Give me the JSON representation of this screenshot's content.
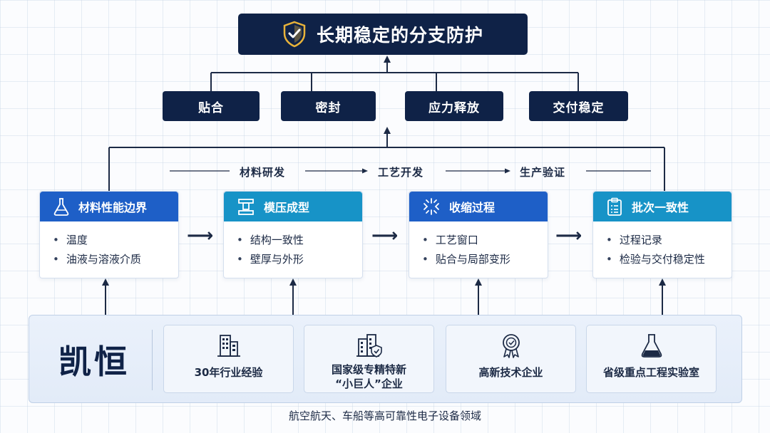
{
  "title": "长期稳定的分支防护",
  "goals": [
    "贴合",
    "密封",
    "应力释放",
    "交付稳定"
  ],
  "stages": [
    "材料研发",
    "工艺开发",
    "生产验证"
  ],
  "cards": [
    {
      "title": "材料性能边界",
      "color": "#1e5fc7",
      "icon": "flask-icon",
      "items": [
        "温度",
        "油液与溶液介质"
      ]
    },
    {
      "title": "模压成型",
      "color": "#1793c7",
      "icon": "mold-press-icon",
      "items": [
        "结构一致性",
        "壁厚与外形"
      ]
    },
    {
      "title": "收缩过程",
      "color": "#1e5fc7",
      "icon": "shrink-icon",
      "items": [
        "工艺窗口",
        "贴合与局部变形"
      ]
    },
    {
      "title": "批次一致性",
      "color": "#1793c7",
      "icon": "clipboard-icon",
      "items": [
        "过程记录",
        "检验与交付稳定性"
      ]
    }
  ],
  "brand": "凯恒",
  "features": [
    {
      "icon": "building-icon",
      "lines": [
        "30年行业经验"
      ]
    },
    {
      "icon": "enterprise-icon",
      "lines": [
        "国家级专精特新",
        "“小巨人”企业"
      ]
    },
    {
      "icon": "award-icon",
      "lines": [
        "高新技术企业"
      ]
    },
    {
      "icon": "lab-flask-icon",
      "lines": [
        "省级重点工程实验室"
      ]
    }
  ],
  "footer": "航空航天、车船等高可靠性电子设备领域"
}
